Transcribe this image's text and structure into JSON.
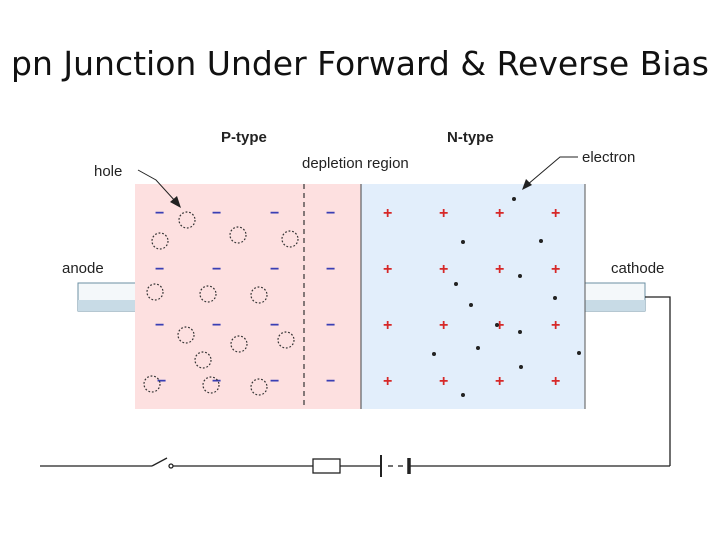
{
  "title": "pn Junction Under Forward & Reverse Bias",
  "labels": {
    "p_type": "P-type",
    "n_type": "N-type",
    "depletion": "depletion region",
    "hole": "hole",
    "electron": "electron",
    "anode": "anode",
    "cathode": "cathode"
  },
  "symbols": {
    "acceptor": "−",
    "donor": "+"
  },
  "colors": {
    "p_region": "#fde0e0",
    "n_region": "#e2eefb",
    "acceptor": "#3a3fb4",
    "donor": "#d62828",
    "lead": "#c8dbe6"
  }
}
